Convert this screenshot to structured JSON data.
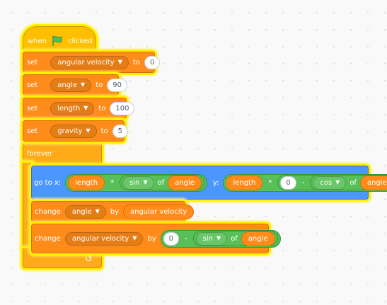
{
  "colors": {
    "events": "#ffbf00",
    "variables": "#ff8c1a",
    "control": "#ffab19",
    "motion": "#4c97ff",
    "operators": "#59c059",
    "highlight": "#fff000",
    "canvas": "#f9f9f9"
  },
  "hat": {
    "when": "when",
    "flag_icon": "green-flag-icon",
    "clicked": "clicked"
  },
  "sets": [
    {
      "label": "set",
      "variable": "angular velocity",
      "to": "to",
      "value": "0"
    },
    {
      "label": "set",
      "variable": "angle",
      "to": "to",
      "value": "90"
    },
    {
      "label": "set",
      "variable": "length",
      "to": "to",
      "value": "100"
    },
    {
      "label": "set",
      "variable": "gravity",
      "to": "to",
      "value": "5"
    }
  ],
  "forever": {
    "label": "forever",
    "loop_icon": "loop-arrow-icon"
  },
  "goto": {
    "label": "go to x:",
    "y_label": "y:",
    "x_expr": {
      "left": "length",
      "op": "*",
      "func": "sin",
      "of": "of",
      "arg": "angle"
    },
    "y_expr": {
      "left": "length",
      "op": "*",
      "zero": "0",
      "minus": "-",
      "func": "cos",
      "of": "of",
      "arg": "angle"
    }
  },
  "change1": {
    "label": "change",
    "variable": "angle",
    "by": "by",
    "value": "angular velocity"
  },
  "change2": {
    "label": "change",
    "variable": "angular velocity",
    "by": "by",
    "zero": "0",
    "minus": "-",
    "func": "sin",
    "of": "of",
    "arg": "angle"
  }
}
